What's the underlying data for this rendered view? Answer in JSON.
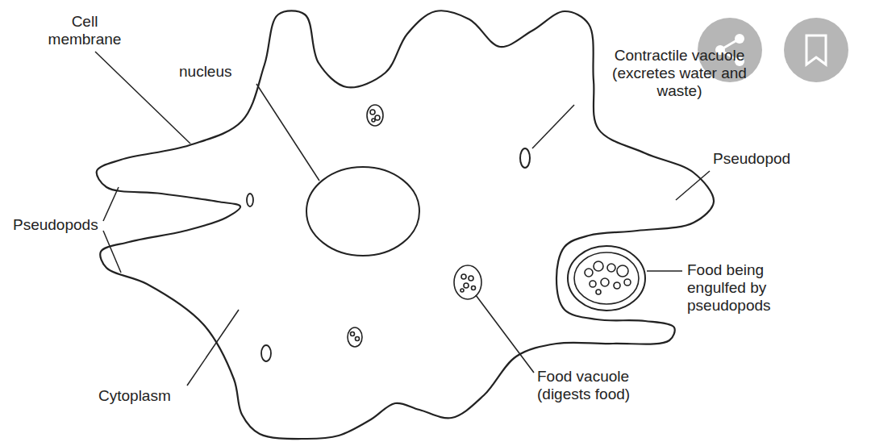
{
  "diagram": {
    "labels": [
      "Cell membrane",
      "nucleus",
      "Contractile vacuole (excretes water and waste)",
      "Pseudopod",
      "Pseudopods",
      "Food being engulfed by pseudopods",
      "Cytoplasm",
      "Food vacuole (digests food)"
    ]
  }
}
